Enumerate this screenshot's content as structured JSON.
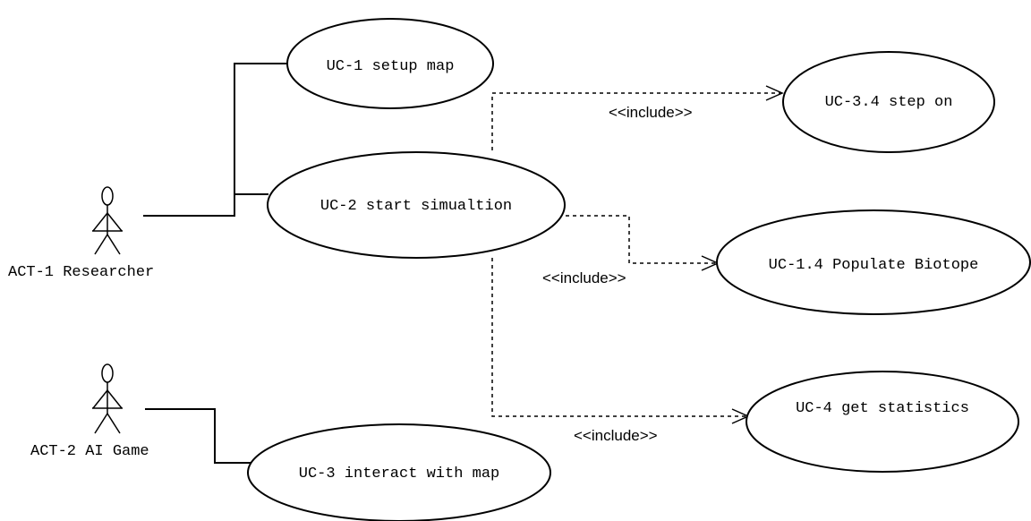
{
  "actors": {
    "researcher": {
      "label": "ACT-1 Researcher"
    },
    "ai_game": {
      "label": "ACT-2 AI Game"
    }
  },
  "use_cases": {
    "uc1": {
      "label": "UC-1 setup map"
    },
    "uc2": {
      "label": "UC-2 start simualtion"
    },
    "uc3": {
      "label": "UC-3 interact with map"
    },
    "uc34": {
      "label": "UC-3.4 step on"
    },
    "uc14": {
      "label": "UC-1.4 Populate Biotope"
    },
    "uc4": {
      "label": "UC-4 get statistics"
    }
  },
  "relations": {
    "include_step_on": {
      "label": "<<include>>"
    },
    "include_populate": {
      "label": "<<include>>"
    },
    "include_statistics": {
      "label": "<<include>>"
    }
  }
}
